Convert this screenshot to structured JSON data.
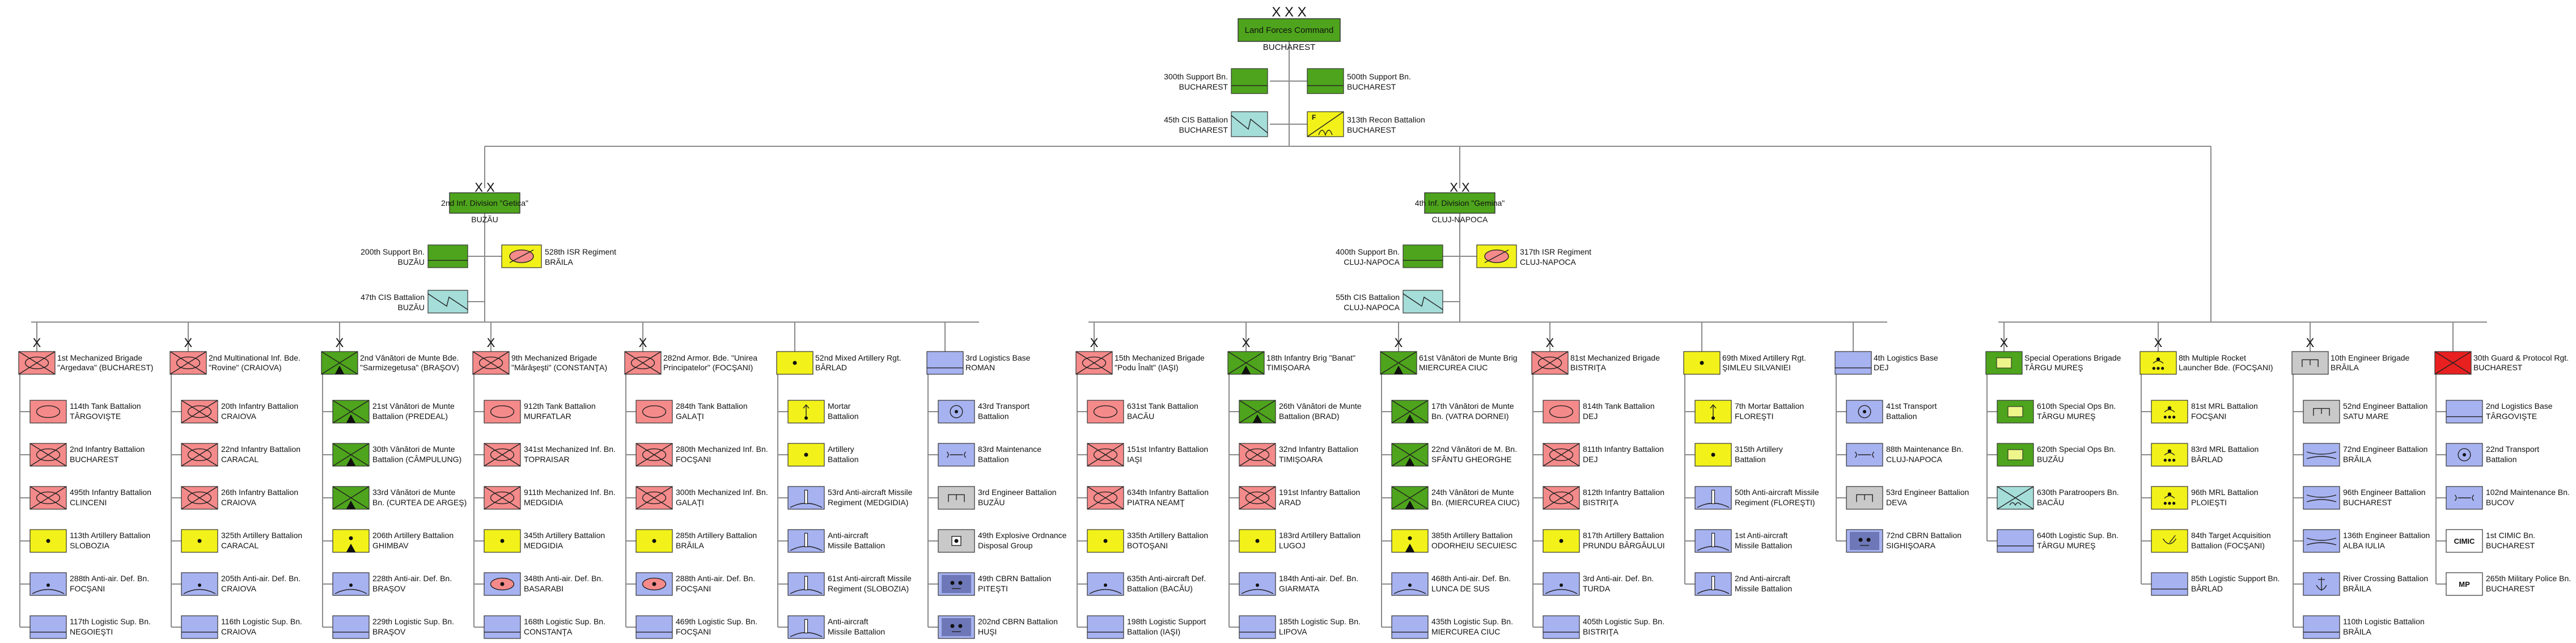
{
  "colors": {
    "line": "#8a8a8a",
    "command_green": "#4ea41c",
    "tank_red": "#f58a8a",
    "artillery_yellow": "#f2f21a",
    "support_blue": "#a7b2f0",
    "cis_teal": "#a5ddd9",
    "guard_red": "#e82020",
    "white": "#ffffff",
    "grey": "#c9c9c9"
  },
  "top": {
    "echelon": "X X X",
    "name": "Land Forces Command",
    "location": "BUCHAREST",
    "support": [
      {
        "name": "300th Support Bn.",
        "location": "BUCHAREST",
        "icon": "support",
        "side": "left"
      },
      {
        "name": "500th Support Bn.",
        "location": "BUCHAREST",
        "icon": "support",
        "side": "right"
      },
      {
        "name": "45th CIS Battalion",
        "location": "BUCHAREST",
        "icon": "cis",
        "side": "left"
      },
      {
        "name": "313th Recon Battalion",
        "location": "BUCHAREST",
        "icon": "recon",
        "side": "right"
      }
    ]
  },
  "divisions": [
    {
      "echelon": "X X",
      "name": "2nd Inf. Division \"Getica\"",
      "location": "BUZĂU",
      "support": [
        {
          "name": "200th Support Bn.",
          "location": "BUZĂU",
          "icon": "support",
          "side": "left"
        },
        {
          "name": "528th ISR Regiment",
          "location": "BRĂILA",
          "icon": "isr",
          "side": "right"
        },
        {
          "name": "47th CIS Battalion",
          "location": "BUZĂU",
          "icon": "cis",
          "side": "left"
        }
      ]
    },
    {
      "echelon": "X X",
      "name": "4th Inf. Division \"Gemina\"",
      "location": "CLUJ-NAPOCA",
      "support": [
        {
          "name": "400th Support Bn.",
          "location": "CLUJ-NAPOCA",
          "icon": "support",
          "side": "left"
        },
        {
          "name": "317th ISR Regiment",
          "location": "CLUJ-NAPOCA",
          "icon": "isr",
          "side": "right"
        },
        {
          "name": "55th CIS Battalion",
          "location": "CLUJ-NAPOCA",
          "icon": "cis",
          "side": "left"
        }
      ]
    }
  ],
  "columns": [
    {
      "parent": 0,
      "echelon": "X",
      "icon": "mech",
      "name": [
        "1st Mechanized Brigade",
        "\"Argedava\" (BUCHAREST)"
      ],
      "units": [
        {
          "icon": "tank",
          "l1": "114th Tank Battalion",
          "l2": "TÂRGOVIŞTE"
        },
        {
          "icon": "mech",
          "l1": "2nd Infantry Battalion",
          "l2": "BUCHAREST"
        },
        {
          "icon": "mech",
          "l1": "495th Infantry Battalion",
          "l2": "CLINCENI"
        },
        {
          "icon": "art",
          "l1": "113th Artillery Battalion",
          "l2": "SLOBOZIA"
        },
        {
          "icon": "ada",
          "l1": "288th Anti-air. Def. Bn.",
          "l2": "FOCŞANI"
        },
        {
          "icon": "log",
          "l1": "117th Logistic Sup. Bn.",
          "l2": "NEGOIEŞTI"
        }
      ]
    },
    {
      "parent": 0,
      "echelon": "X",
      "icon": "mech",
      "name": [
        "2nd Multinational Inf. Bde.",
        "\"Rovine\" (CRAIOVA)"
      ],
      "units": [
        {
          "icon": "mech",
          "l1": "20th Infantry Battalion",
          "l2": "CRAIOVA"
        },
        {
          "icon": "mech",
          "l1": "22nd Infantry Battalion",
          "l2": "CARACAL"
        },
        {
          "icon": "mech",
          "l1": "26th Infantry Battalion",
          "l2": "CRAIOVA"
        },
        {
          "icon": "art",
          "l1": "325th Artillery Battalion",
          "l2": "CARACAL"
        },
        {
          "icon": "ada",
          "l1": "205th Anti-air. Def. Bn.",
          "l2": "CRAIOVA"
        },
        {
          "icon": "log",
          "l1": "116th Logistic Sup. Bn.",
          "l2": "CRAIOVA"
        }
      ]
    },
    {
      "parent": 0,
      "echelon": "X",
      "icon": "mtn",
      "name": [
        "2nd Vânători de Munte Bde.",
        "\"Sarmizegetusa\" (BRAŞOV)"
      ],
      "units": [
        {
          "icon": "mtn",
          "l1": "21st Vânători de Munte",
          "l2": "Battalion (PREDEAL)"
        },
        {
          "icon": "mtn",
          "l1": "30th Vânători de Munte",
          "l2": "Battalion (CÂMPULUNG)"
        },
        {
          "icon": "mtn",
          "l1": "33rd Vânători de Munte",
          "l2": "Bn. (CURTEA DE ARGEŞ)"
        },
        {
          "icon": "artmtn",
          "l1": "206th Artillery Battalion",
          "l2": "GHIMBAV"
        },
        {
          "icon": "ada",
          "l1": "228th Anti-air. Def. Bn.",
          "l2": "BRAŞOV"
        },
        {
          "icon": "log",
          "l1": "229th Logistic Sup. Bn.",
          "l2": "BRAŞOV"
        }
      ]
    },
    {
      "parent": 0,
      "echelon": "X",
      "icon": "mech",
      "name": [
        "9th Mechanized Brigade",
        "\"Mărăşeşti\" (CONSTANŢA)"
      ],
      "units": [
        {
          "icon": "tank",
          "l1": "912th Tank Battalion",
          "l2": "MURFATLAR"
        },
        {
          "icon": "mech",
          "l1": "341st Mechanized Inf. Bn.",
          "l2": "TOPRAISAR"
        },
        {
          "icon": "mech",
          "l1": "911th Mechanized Inf. Bn.",
          "l2": "MEDGIDIA"
        },
        {
          "icon": "art",
          "l1": "345th Artillery Battalion",
          "l2": "MEDGIDIA"
        },
        {
          "icon": "adatank",
          "l1": "348th Anti-air. Def. Bn.",
          "l2": "BASARABI"
        },
        {
          "icon": "log",
          "l1": "168th Logistic Sup. Bn.",
          "l2": "CONSTANŢA"
        }
      ]
    },
    {
      "parent": 0,
      "echelon": "X",
      "icon": "mech",
      "name": [
        "282nd Armor. Bde. \"Unirea",
        "Principatelor\" (FOCŞANI)"
      ],
      "units": [
        {
          "icon": "tank",
          "l1": "284th Tank Battalion",
          "l2": "GALAŢI"
        },
        {
          "icon": "mech",
          "l1": "280th Mechanized Inf. Bn.",
          "l2": "FOCŞANI"
        },
        {
          "icon": "mech",
          "l1": "300th Mechanized Inf. Bn.",
          "l2": "GALAŢI"
        },
        {
          "icon": "art",
          "l1": "285th Artillery Battalion",
          "l2": "BRĂILA"
        },
        {
          "icon": "adatank",
          "l1": "288th Anti-air. Def. Bn.",
          "l2": "FOCŞANI"
        },
        {
          "icon": "log",
          "l1": "469th Logistic Sup. Bn.",
          "l2": "FOCŞANI"
        }
      ]
    },
    {
      "parent": 0,
      "echelon": "",
      "icon": "art",
      "name": [
        "52nd Mixed Artillery Rgt.",
        "BÂRLAD"
      ],
      "units": [
        {
          "icon": "mortar",
          "l1": "Mortar",
          "l2": "Battalion"
        },
        {
          "icon": "art",
          "l1": "Artillery",
          "l2": "Battalion"
        },
        {
          "icon": "missile",
          "l1": "53rd Anti-aircraft Missile",
          "l2": "Regiment (MEDGIDIA)"
        },
        {
          "icon": "missile",
          "l1": "Anti-aircraft",
          "l2": "Missile Battalion"
        },
        {
          "icon": "missile",
          "l1": "61st Anti-aircraft Missile",
          "l2": "Regiment (SLOBOZIA)"
        },
        {
          "icon": "missile",
          "l1": "Anti-aircraft",
          "l2": "Missile Battalion"
        }
      ]
    },
    {
      "parent": 0,
      "echelon": "",
      "icon": "log",
      "name": [
        "3rd Logistics Base",
        "ROMAN"
      ],
      "units": [
        {
          "icon": "transport",
          "l1": "43rd Transport",
          "l2": "Battalion"
        },
        {
          "icon": "maint",
          "l1": "83rd Maintenance",
          "l2": "Battalion"
        },
        {
          "icon": "eng",
          "l1": "3rd Engineer Battalion",
          "l2": "BUZĂU"
        },
        {
          "icon": "eod",
          "l1": "49th Explosive Ordnance",
          "l2": "Disposal Group"
        },
        {
          "icon": "cbrn",
          "l1": "49th CBRN Battalion",
          "l2": "PITEŞTI"
        },
        {
          "icon": "cbrn",
          "l1": "202nd CBRN Battalion",
          "l2": "HUŞI"
        }
      ]
    },
    {
      "parent": 1,
      "echelon": "X",
      "icon": "mech",
      "name": [
        "15th Mechanized Brigade",
        "\"Podu Înalt\" (IAŞI)"
      ],
      "units": [
        {
          "icon": "tank",
          "l1": "631st Tank Battalion",
          "l2": "BACĂU"
        },
        {
          "icon": "mech",
          "l1": "151st Infantry Battalion",
          "l2": "IAŞI"
        },
        {
          "icon": "mech",
          "l1": "634th Infantry Battalion",
          "l2": "PIATRA NEAMŢ"
        },
        {
          "icon": "art",
          "l1": "335th Artillery Battalion",
          "l2": "BOTOŞANI"
        },
        {
          "icon": "ada",
          "l1": "635th Anti-aircraft Def.",
          "l2": "Battalion (BACĂU)"
        },
        {
          "icon": "log",
          "l1": "198th Logistic Support",
          "l2": "Battalion (IAŞI)"
        }
      ]
    },
    {
      "parent": 1,
      "echelon": "X",
      "icon": "mtn",
      "name": [
        "18th Infantry Brig \"Banat\"",
        "TIMIŞOARA"
      ],
      "units": [
        {
          "icon": "mtn",
          "l1": "26th Vânători de Munte",
          "l2": "Battalion (BRAD)"
        },
        {
          "icon": "mech",
          "l1": "32nd Infantry Battalion",
          "l2": "TIMIŞOARA"
        },
        {
          "icon": "mech",
          "l1": "191st Infantry Battalion",
          "l2": "ARAD"
        },
        {
          "icon": "art",
          "l1": "183rd Artillery Battalion",
          "l2": "LUGOJ"
        },
        {
          "icon": "ada",
          "l1": "184th Anti-air. Def. Bn.",
          "l2": "GIARMATA"
        },
        {
          "icon": "log",
          "l1": "185th Logistic Sup. Bn.",
          "l2": "LIPOVA"
        }
      ]
    },
    {
      "parent": 1,
      "echelon": "X",
      "icon": "mtn",
      "name": [
        "61st Vânători de Munte Brig",
        "MIERCUREA CIUC"
      ],
      "units": [
        {
          "icon": "mtn",
          "l1": "17th Vânători de Munte",
          "l2": "Bn. (VATRA DORNEI)"
        },
        {
          "icon": "mtn",
          "l1": "22nd Vânători de M. Bn.",
          "l2": "SFÂNTU GHEORGHE"
        },
        {
          "icon": "mtn",
          "l1": "24th Vânători de Munte",
          "l2": "Bn. (MIERCUREA CIUC)"
        },
        {
          "icon": "artmtn",
          "l1": "385th Artillery Battalion",
          "l2": "ODORHEIU SECUIESC"
        },
        {
          "icon": "ada",
          "l1": "468th Anti-air. Def. Bn.",
          "l2": "LUNCA DE SUS"
        },
        {
          "icon": "log",
          "l1": "435th Logistic Sup. Bn.",
          "l2": "MIERCUREA CIUC"
        }
      ]
    },
    {
      "parent": 1,
      "echelon": "X",
      "icon": "mech",
      "name": [
        "81st Mechanized Brigade",
        "BISTRIŢA"
      ],
      "units": [
        {
          "icon": "tank",
          "l1": "814th Tank Battalion",
          "l2": "DEJ"
        },
        {
          "icon": "mech",
          "l1": "811th Infantry Battalion",
          "l2": "DEJ"
        },
        {
          "icon": "mech",
          "l1": "812th Infantry Battalion",
          "l2": "BISTRIŢA"
        },
        {
          "icon": "art",
          "l1": "817th Artillery Battalion",
          "l2": "PRUNDU BÂRGĂULUI"
        },
        {
          "icon": "ada",
          "l1": "3rd Anti-air. Def. Bn.",
          "l2": "TURDA"
        },
        {
          "icon": "log",
          "l1": "405th Logistic Sup. Bn.",
          "l2": "BISTRIŢA"
        }
      ]
    },
    {
      "parent": 1,
      "echelon": "",
      "icon": "art",
      "name": [
        "69th Mixed Artillery Rgt.",
        "ŞIMLEU SILVANIEI"
      ],
      "units": [
        {
          "icon": "mortar",
          "l1": "7th Mortar Battalion",
          "l2": "FLOREŞTI"
        },
        {
          "icon": "art",
          "l1": "315th Artillery",
          "l2": "Battalion"
        },
        {
          "icon": "missile",
          "l1": "50th Anti-aircraft Missile",
          "l2": "Regiment (FLOREŞTI)"
        },
        {
          "icon": "missile",
          "l1": "1st Anti-aircraft",
          "l2": "Missile Battalion"
        },
        {
          "icon": "missile",
          "l1": "2nd Anti-aircraft",
          "l2": "Missile Battalion"
        }
      ]
    },
    {
      "parent": 1,
      "echelon": "",
      "icon": "log",
      "name": [
        "4th Logistics Base",
        "DEJ"
      ],
      "units": [
        {
          "icon": "transport",
          "l1": "41st Transport",
          "l2": "Battalion"
        },
        {
          "icon": "maint",
          "l1": "88th Maintenance Bn.",
          "l2": "CLUJ-NAPOCA"
        },
        {
          "icon": "eng",
          "l1": "53rd Engineer Battalion",
          "l2": "DEVA"
        },
        {
          "icon": "cbrn",
          "l1": "72nd CBRN Battalion",
          "l2": "SIGHIŞOARA"
        }
      ]
    },
    {
      "parent": 2,
      "echelon": "X",
      "icon": "sof",
      "name": [
        "Special Operations Brigade",
        "TÂRGU MUREŞ"
      ],
      "units": [
        {
          "icon": "sof",
          "l1": "610th Special Ops Bn.",
          "l2": "TÂRGU MUREŞ"
        },
        {
          "icon": "sof",
          "l1": "620th Special Ops Bn.",
          "l2": "BUZĂU"
        },
        {
          "icon": "para",
          "l1": "630th Paratroopers Bn.",
          "l2": "BACĂU"
        },
        {
          "icon": "log",
          "l1": "640th Logistic Sup. Bn.",
          "l2": "TÂRGU MUREŞ"
        }
      ]
    },
    {
      "parent": 2,
      "echelon": "X",
      "icon": "mrl",
      "name": [
        "8th Multiple Rocket",
        "Launcher Bde. (FOCŞANI)"
      ],
      "units": [
        {
          "icon": "mrl",
          "l1": "81st MRL Battalion",
          "l2": "FOCŞANI"
        },
        {
          "icon": "mrl",
          "l1": "83rd MRL Battalion",
          "l2": "BÂRLAD"
        },
        {
          "icon": "mrl",
          "l1": "96th MRL Battalion",
          "l2": "PLOIEŞTI"
        },
        {
          "icon": "target",
          "l1": "84th Target Acquisition",
          "l2": "Battalion (FOCŞANI)"
        },
        {
          "icon": "log",
          "l1": "85th Logistic Support Bn.",
          "l2": "BÂRLAD"
        }
      ]
    },
    {
      "parent": 2,
      "echelon": "X",
      "icon": "eng",
      "name": [
        "10th Engineer Brigade",
        "BRĂILA"
      ],
      "units": [
        {
          "icon": "eng",
          "l1": "52nd Engineer Battalion",
          "l2": "SATU MARE"
        },
        {
          "icon": "engbridge",
          "l1": "72nd Engineer Battalion",
          "l2": "BRĂILA"
        },
        {
          "icon": "engbridge",
          "l1": "96th Engineer Battalion",
          "l2": "BUCHAREST"
        },
        {
          "icon": "engbridge",
          "l1": "136th Engineer Battalion",
          "l2": "ALBA IULIA"
        },
        {
          "icon": "river",
          "l1": "River Crossing Battalion",
          "l2": "BRĂILA"
        },
        {
          "icon": "log",
          "l1": "110th Logistic Battalion",
          "l2": "BRĂILA"
        }
      ]
    },
    {
      "parent": 2,
      "echelon": "",
      "icon": "guard",
      "name": [
        "30th Guard & Protocol Rgt.",
        "BUCHAREST"
      ],
      "units": [
        {
          "icon": "log",
          "l1": "2nd Logistics Base",
          "l2": "TÂRGOVIŞTE"
        },
        {
          "icon": "transport",
          "l1": "22nd Transport",
          "l2": "Battalion"
        },
        {
          "icon": "maint",
          "l1": "102nd Maintenance Bn.",
          "l2": "BUCOV"
        },
        {
          "icon": "cimic",
          "label": "CIMIC",
          "l1": "1st CIMIC Bn.",
          "l2": "BUCHAREST"
        },
        {
          "icon": "mp",
          "label": "MP",
          "l1": "265th Military Police Bn.",
          "l2": "BUCHAREST"
        }
      ]
    }
  ]
}
